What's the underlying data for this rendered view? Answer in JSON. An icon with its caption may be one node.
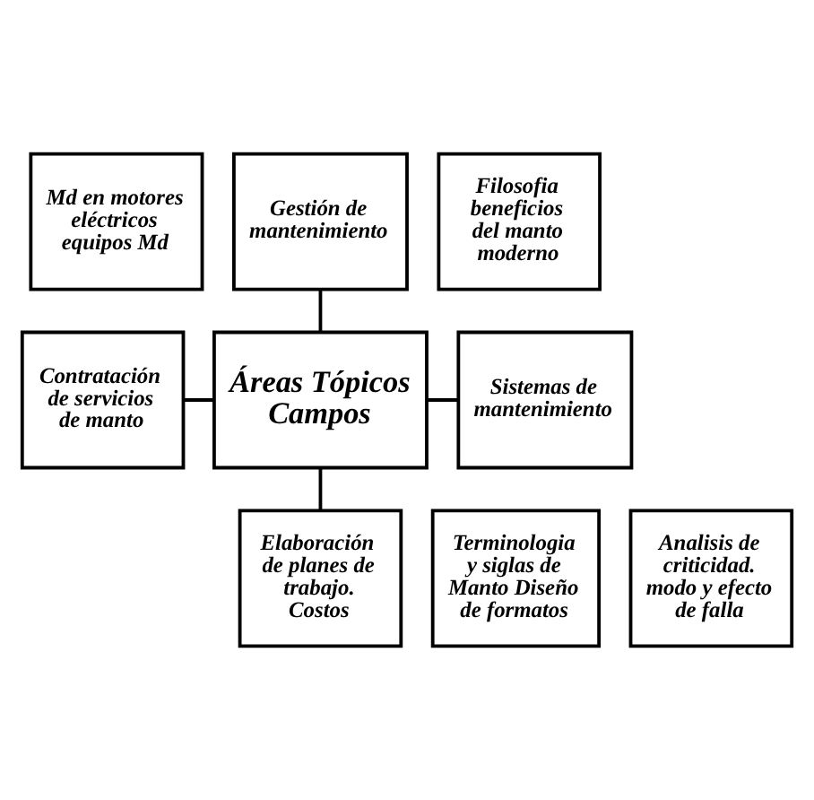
{
  "diagram": {
    "nodes": [
      {
        "text": [
          "Gestión de mantenimiento"
        ]
      },
      {
        "text": [
          "Md en motores eléctricos equipos Md"
        ]
      },
      {
        "text": [
          "Filosofia beneficios del manto moderno"
        ]
      },
      {
        "text": [
          "Contratación de servicios de manto"
        ]
      },
      {
        "text": [
          "Áreas Tópicos Campos"
        ]
      },
      {
        "text": [
          "Sistemas de mantenimiento"
        ]
      },
      {
        "text": [
          "Terminologia y siglas de Manto Diseño de formatos"
        ]
      },
      {
        "text": [
          "Elaboración de planes de trabajo. Costos"
        ]
      },
      {
        "text": [
          "Analisis de criticidad. modo y efecto de falla"
        ]
      }
    ],
    "edges": [
      {
        "from": 4,
        "to": 0,
        "arrow": "none"
      },
      {
        "from": 4,
        "to": 3,
        "arrow": "none"
      },
      {
        "from": 4,
        "to": 5,
        "arrow": "none"
      },
      {
        "from": 4,
        "to": 7,
        "arrow": "none"
      }
    ]
  }
}
